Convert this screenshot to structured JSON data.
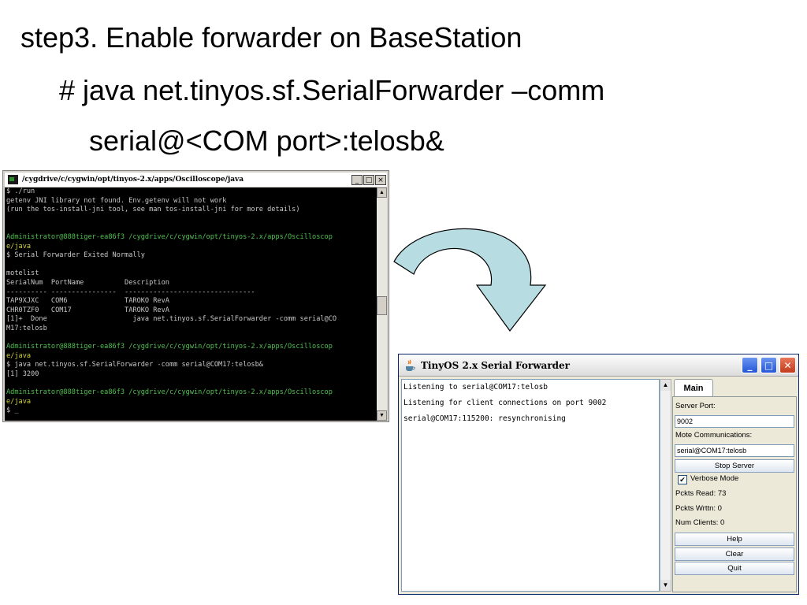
{
  "slide": {
    "line1": "step3. Enable forwarder on BaseStation",
    "line2": "# java net.tinyos.sf.SerialForwarder –comm",
    "line3": "serial@<COM port>:telosb&"
  },
  "terminal": {
    "title": "/cygdrive/c/cygwin/opt/tinyos-2.x/apps/Oscilloscope/java",
    "min_label": "_",
    "max_label": "□",
    "close_label": "×",
    "lines": [
      {
        "text": "$ ./run",
        "color": "default"
      },
      {
        "text": "getenv JNI library not found. Env.getenv will not work",
        "color": "default"
      },
      {
        "text": "(run the tos-install-jni tool, see man tos-install-jni for more details)",
        "color": "default"
      },
      {
        "text": "",
        "color": "default"
      },
      {
        "text": "",
        "color": "default"
      },
      {
        "text": "Administrator@888tiger-ea86f3 /cygdrive/c/cygwin/opt/tinyos-2.x/apps/Oscilloscop",
        "color": "green"
      },
      {
        "text": "e/java",
        "color": "yellow"
      },
      {
        "text": "$ Serial Forwarder Exited Normally",
        "color": "default"
      },
      {
        "text": "",
        "color": "default"
      },
      {
        "text": "motelist",
        "color": "default"
      },
      {
        "text": "SerialNum  PortName          Description",
        "color": "default"
      },
      {
        "text": "---------- ----------------  --------------------------------",
        "color": "default"
      },
      {
        "text": "TAP9XJXC   COM6              TAROKO RevA",
        "color": "default"
      },
      {
        "text": "CHR0TZF0   COM17             TAROKO RevA",
        "color": "default"
      },
      {
        "text": "[1]+  Done                     java net.tinyos.sf.SerialForwarder -comm serial@CO",
        "color": "default"
      },
      {
        "text": "M17:telosb",
        "color": "default"
      },
      {
        "text": "",
        "color": "default"
      },
      {
        "text": "Administrator@888tiger-ea86f3 /cygdrive/c/cygwin/opt/tinyos-2.x/apps/Oscilloscop",
        "color": "green"
      },
      {
        "text": "e/java",
        "color": "yellow"
      },
      {
        "text": "$ java net.tinyos.sf.SerialForwarder -comm serial@COM17:telosb&",
        "color": "default"
      },
      {
        "text": "[1] 3200",
        "color": "default"
      },
      {
        "text": "",
        "color": "default"
      },
      {
        "text": "Administrator@888tiger-ea86f3 /cygdrive/c/cygwin/opt/tinyos-2.x/apps/Oscilloscop",
        "color": "green"
      },
      {
        "text": "e/java",
        "color": "yellow"
      },
      {
        "text": "$ _",
        "color": "default"
      }
    ]
  },
  "serial_forwarder": {
    "title": "TinyOS 2.x Serial Forwarder",
    "log_lines": [
      "Listening to serial@COM17:telosb",
      "Listening for client connections on port 9002",
      "serial@COM17:115200: resynchronising"
    ],
    "tab_label": "Main",
    "server_port_label": "Server Port:",
    "server_port_value": "9002",
    "mote_comm_label": "Mote Communications:",
    "mote_comm_value": "serial@COM17:telosb",
    "stop_server_label": "Stop Server",
    "verbose_label": "Verbose Mode",
    "verbose_checked": true,
    "pckts_read": "Pckts Read: 73",
    "pckts_wrttn": "Pckts Wrttn: 0",
    "num_clients": "Num Clients: 0",
    "help_label": "Help",
    "clear_label": "Clear",
    "quit_label": "Quit"
  },
  "colors": {
    "arrow_fill": "#b7dde3",
    "terminal_green": "#4fc14f",
    "terminal_yellow": "#cfcf3a"
  }
}
